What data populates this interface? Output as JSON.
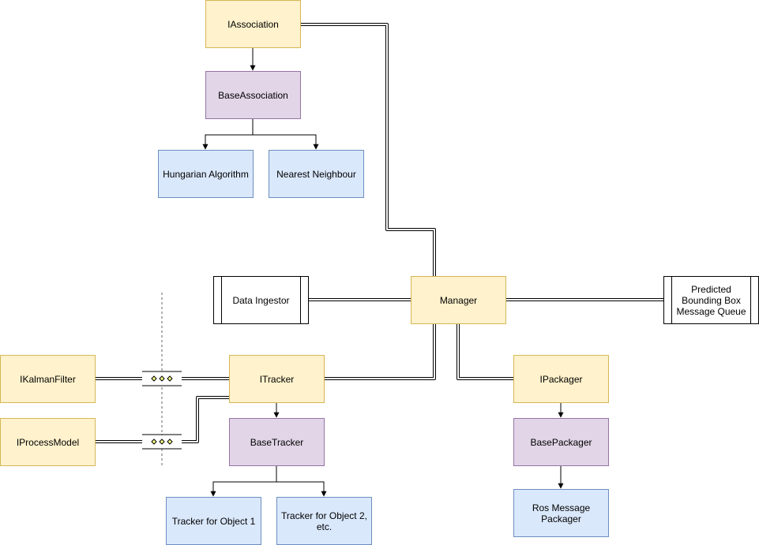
{
  "nodes": {
    "iassociation": "IAssociation",
    "baseassociation": "BaseAssociation",
    "hungarian": "Hungarian Algorithm",
    "nearest": "Nearest Neighbour",
    "data_ingestor": "Data Ingestor",
    "manager": "Manager",
    "predicted_queue": "Predicted Bounding Box Message Queue",
    "ikalmanfilter": "IKalmanFilter",
    "iprocessmodel": "IProcessModel",
    "itracker": "ITracker",
    "basetracker": "BaseTracker",
    "tracker_obj1": "Tracker for Object 1",
    "tracker_obj2": "Tracker for Object 2, etc.",
    "ipackager": "IPackager",
    "basepackager": "BasePackager",
    "ros_packager": "Ros Message Packager"
  },
  "colors": {
    "interface_fill": "#fff2cc",
    "interface_stroke": "#d6b656",
    "base_fill": "#e1d5e7",
    "base_stroke": "#9673a6",
    "impl_fill": "#dae8fc",
    "impl_stroke": "#6c8ebf"
  }
}
